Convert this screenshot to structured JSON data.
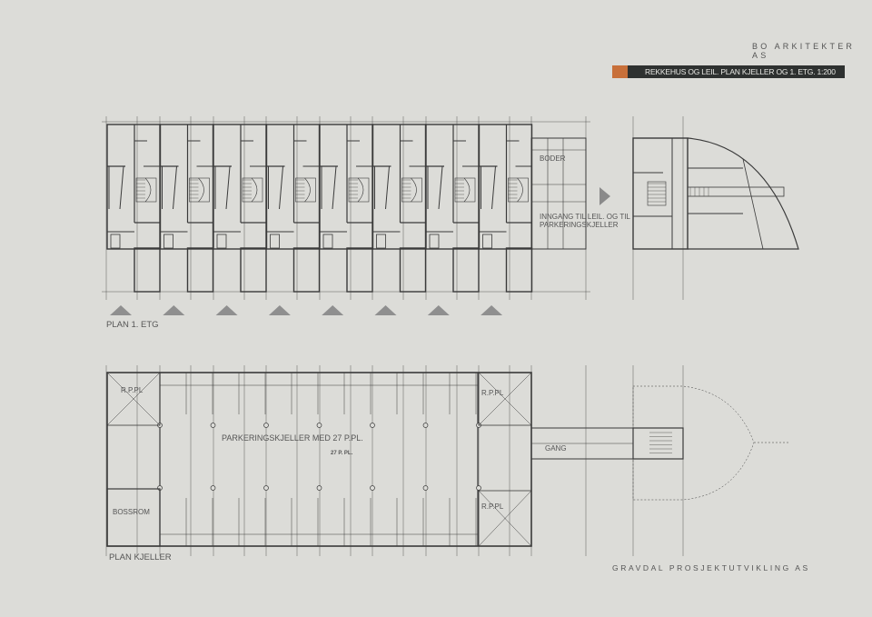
{
  "header": {
    "firm": "BO ARKITEKTER AS",
    "sheet_title": "REKKEHUS OG LEIL. PLAN KJELLER OG 1. ETG. 1:200",
    "accent_color": "#c8703a",
    "bar_color": "#2e3130"
  },
  "plan_first_floor": {
    "label": "PLAN 1. ETG",
    "boder": "BODER",
    "entrance_note_line1": "INNGANG TIL LEIL. OG TIL",
    "entrance_note_line2": "PARKERINGSKJELLER"
  },
  "plan_basement": {
    "label": "PLAN KJELLER",
    "parking_title": "PARKERINGSKJELLER MED 27 P.PL.",
    "parking_count": "27 P. PL.",
    "rpl_top_left": "R.P.PL",
    "rpl_top_right": "R.P.PL",
    "rpl_bottom_right": "R.P.PL",
    "bossrom": "BOSSROM",
    "gang": "GANG"
  },
  "footer": {
    "client": "GRAVDAL PROSJEKTUTVIKLING AS"
  }
}
